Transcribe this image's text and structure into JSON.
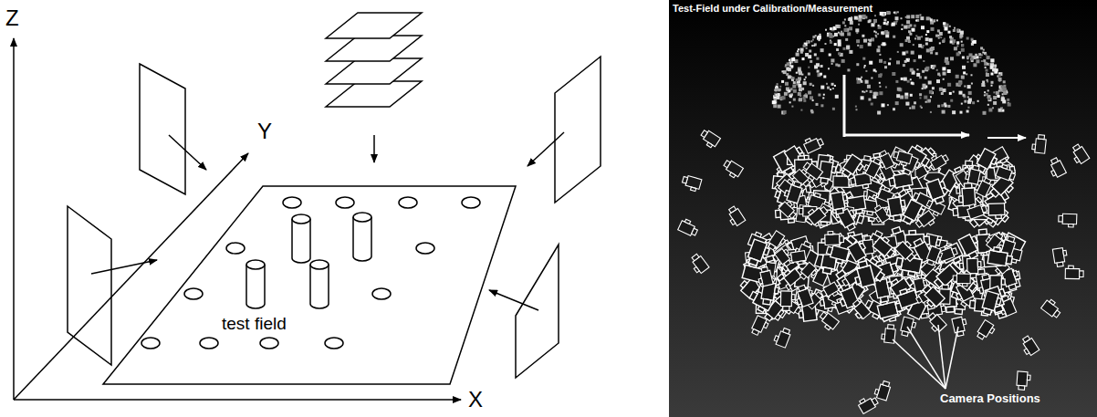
{
  "diagram": {
    "labels": [
      "Z",
      "Y",
      "X",
      "test field",
      "Test-Field under Calibration/Measurement",
      "Camera Positions"
    ]
  }
}
